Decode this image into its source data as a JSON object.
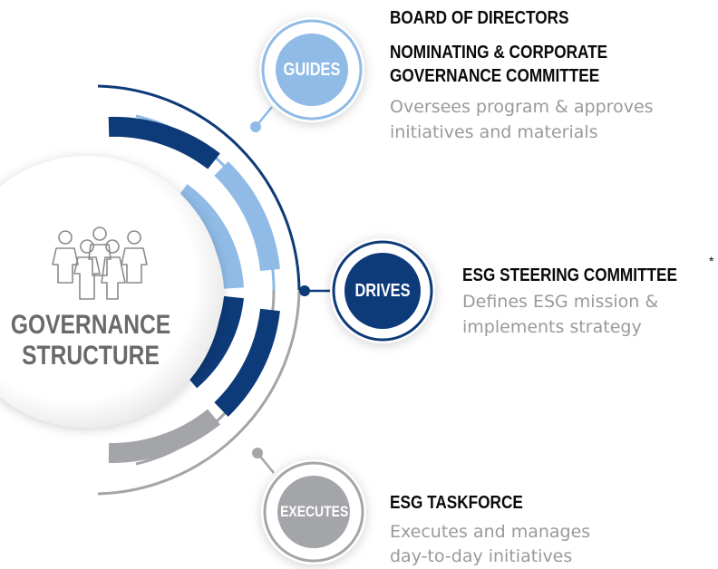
{
  "center": {
    "title_line1": "GOVERNANCE",
    "title_line2": "STRUCTURE",
    "icon": "people-group-icon"
  },
  "tiers": [
    {
      "badge": "GUIDES",
      "badge_color": "#8fbbe6",
      "headings": [
        "BOARD OF DIRECTORS",
        "NOMINATING & CORPORATE",
        "GOVERNANCE COMMITTEE"
      ],
      "description": [
        "Oversees program & approves",
        "initiatives and materials"
      ]
    },
    {
      "badge": "DRIVES",
      "badge_color": "#0d3a78",
      "headings": [
        "ESG STEERING COMMITTEE"
      ],
      "footnote_mark": "*",
      "description": [
        "Defines ESG mission &",
        "implements strategy"
      ]
    },
    {
      "badge": "EXECUTES",
      "badge_color": "#a3a5a8",
      "headings": [
        "ESG TASKFORCE"
      ],
      "description": [
        "Executes and manages",
        "day-to-day initiatives"
      ]
    }
  ],
  "colors": {
    "navy": "#0d3a78",
    "light_blue": "#8fbbe6",
    "gray": "#a3a5a8"
  }
}
